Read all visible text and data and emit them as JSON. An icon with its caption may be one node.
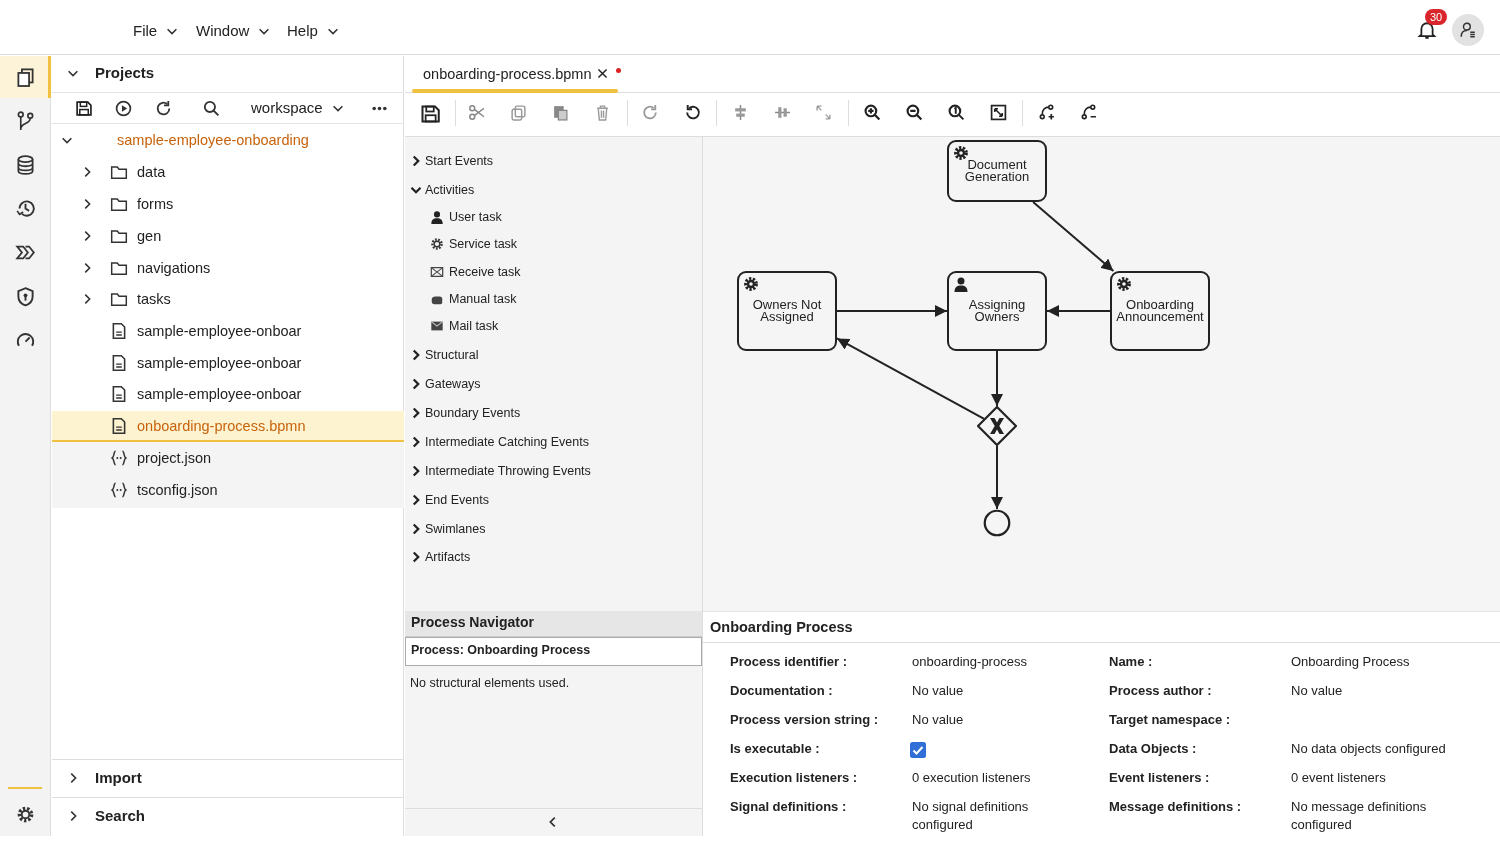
{
  "diagram": {
    "nodes": [
      {
        "text": [
          "Document Generation"
        ]
      },
      {
        "text": [
          "Owners Not Assigned"
        ]
      },
      {
        "text": [
          "Assigning Owners"
        ]
      },
      {
        "text": [
          "Onboarding Announcement"
        ]
      },
      {
        "text": [],
        "shape": "diamond"
      },
      {
        "text": [],
        "shape": "circle"
      }
    ],
    "edges": [
      {
        "from": 0,
        "to": 3,
        "arrow": "to"
      },
      {
        "from": 1,
        "to": 2,
        "arrow": "to"
      },
      {
        "from": 3,
        "to": 2,
        "arrow": "to"
      },
      {
        "from": 2,
        "to": 4,
        "arrow": "to"
      },
      {
        "from": 4,
        "to": 1,
        "arrow": "to"
      },
      {
        "from": 4,
        "to": 5,
        "arrow": "to"
      }
    ],
    "labels": [
      "File",
      "Window",
      "Help",
      "30",
      "Projects",
      "workspace",
      "sample-employee-onboarding",
      "data",
      "forms",
      "gen",
      "navigations",
      "tasks",
      "sample-employee-onboar",
      "sample-employee-onboar",
      "sample-employee-onboar",
      "onboarding-process.bpmn",
      "project.json",
      "tsconfig.json",
      "Import",
      "Search",
      "onboarding-process.bpmn",
      "Start Events",
      "Activities",
      "User task",
      "Service task",
      "Receive task",
      "Manual task",
      "Mail task",
      "Structural",
      "Gateways",
      "Boundary Events",
      "Intermediate Catching Events",
      "Intermediate Throwing Events",
      "End Events",
      "Swimlanes",
      "Artifacts",
      "Process Navigator",
      "Process: Onboarding Process",
      "No structural elements used.",
      "Onboarding Process",
      "Process identifier :",
      "onboarding-process",
      "Name :",
      "Onboarding Process",
      "Documentation :",
      "No value",
      "Process author :",
      "No value",
      "Process version string :",
      "No value",
      "Target namespace :",
      "Is executable :",
      "Data Objects :",
      "No data objects configured",
      "Execution listeners :",
      "0 execution listeners",
      "Event listeners :",
      "0 event listeners",
      "Signal definitions :",
      "No signal definitions configured",
      "Message definitions :",
      "No message definitions configured"
    ]
  }
}
